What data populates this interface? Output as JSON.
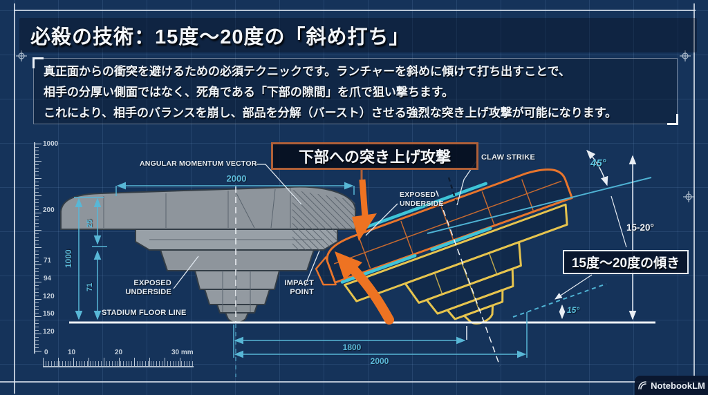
{
  "title": "必殺の技術：15度〜20度の「斜め打ち」",
  "description": {
    "lines": [
      "真正面からの衝突を避けるための必須テクニックです。ランチャーを斜めに傾けて打ち出すことで、",
      "相手の分厚い側面ではなく、死角である「下部の隙間」を爪で狙い撃ちます。",
      "これにより、相手のバランスを崩し、部品を分解（バースト）させる強烈な突き上げ攻撃が可能になります。"
    ]
  },
  "diagram": {
    "attack_callout": "下部への突き上げ攻撃",
    "tilt_callout": "15度〜20度の傾き",
    "labels": {
      "angular_momentum_vector": "ANGULAR MOMENTUM VECTOR",
      "claw_strike": "CLAW STRIKE",
      "exposed_underside_1": "EXPOSED",
      "exposed_underside_2": "UNDERSIDE",
      "impact_point_1": "IMPACT",
      "impact_point_2": "POINT",
      "stadium_floor_line": "STADIUM FLOOR LINE"
    },
    "dimensions": {
      "top_width": "2000",
      "height_total": "1000",
      "height_upper": "25",
      "height_lower": "71",
      "bottom_inner": "1800",
      "bottom_outer": "2000"
    },
    "angles": {
      "launch": "45°",
      "range": "15-20°",
      "floor": "15°"
    }
  },
  "rulers": {
    "vertical": [
      "1000",
      "200",
      "71",
      "94",
      "120",
      "150",
      "120"
    ],
    "horizontal": [
      "0",
      "10",
      "20",
      "30 mm"
    ]
  },
  "colors": {
    "background": "#15335a",
    "grid": "#2d4b73",
    "dimension_cyan": "#58b7d6",
    "accent_orange": "#ee7322",
    "accent_yellow": "#e6c44e",
    "accent_teal": "#3ec5d8",
    "blueprint_gray": "#939aa1"
  },
  "footer": {
    "brand": "NotebookLM"
  }
}
